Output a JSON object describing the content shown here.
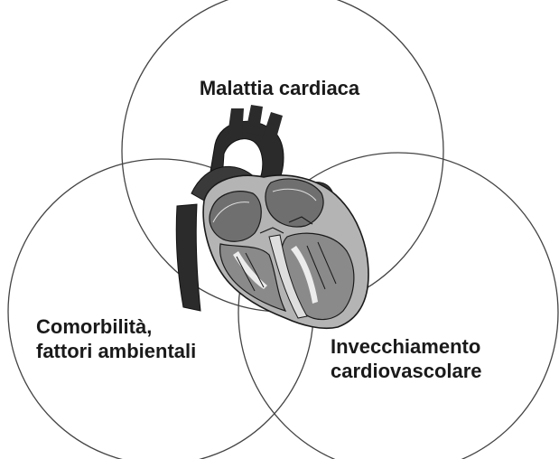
{
  "venn": {
    "top": {
      "line1": "Malattia cardiaca"
    },
    "left": {
      "line1": "Comorbilità,",
      "line2": "fattori ambientali"
    },
    "right": {
      "line1": "Invecchiamento",
      "line2": "cardiovascolare"
    }
  },
  "colors": {
    "outline": "#444444",
    "heart_dark": "#2b2b2b",
    "heart_mid": "#6f6f6f",
    "heart_light": "#b4b4b4",
    "heart_pale": "#dedede"
  },
  "illustration": "heart-cross-section-icon"
}
